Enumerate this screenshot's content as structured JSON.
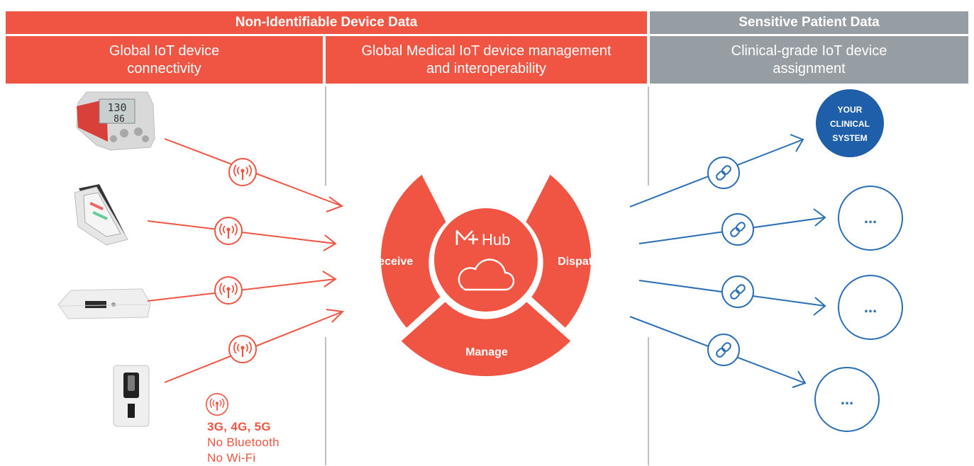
{
  "header": {
    "left_title": "Non-Identifiable Device Data",
    "right_title": "Sensitive Patient Data"
  },
  "columns": [
    {
      "title": "Global IoT device\nconnectivity"
    },
    {
      "title": "Global Medical IoT device management\nand interoperability"
    },
    {
      "title": "Clinical-grade IoT device\nassignment"
    }
  ],
  "hub": {
    "logo_text": "Hub",
    "segments": {
      "left": "Receive",
      "right": "Dispatch",
      "bottom": "Manage"
    }
  },
  "clinical_system": {
    "line1": "YOUR",
    "line2": "CLINICAL",
    "line3": "SYSTEM"
  },
  "more_label": "...",
  "connectivity": {
    "networks": "3G, 4G, 5G",
    "no_bluetooth": "No Bluetooth",
    "no_wifi": "No Wi-Fi"
  },
  "colors": {
    "red": "#f05442",
    "grey": "#979ea3",
    "blue": "#2a6eb5",
    "navy": "#1f5ea8"
  }
}
